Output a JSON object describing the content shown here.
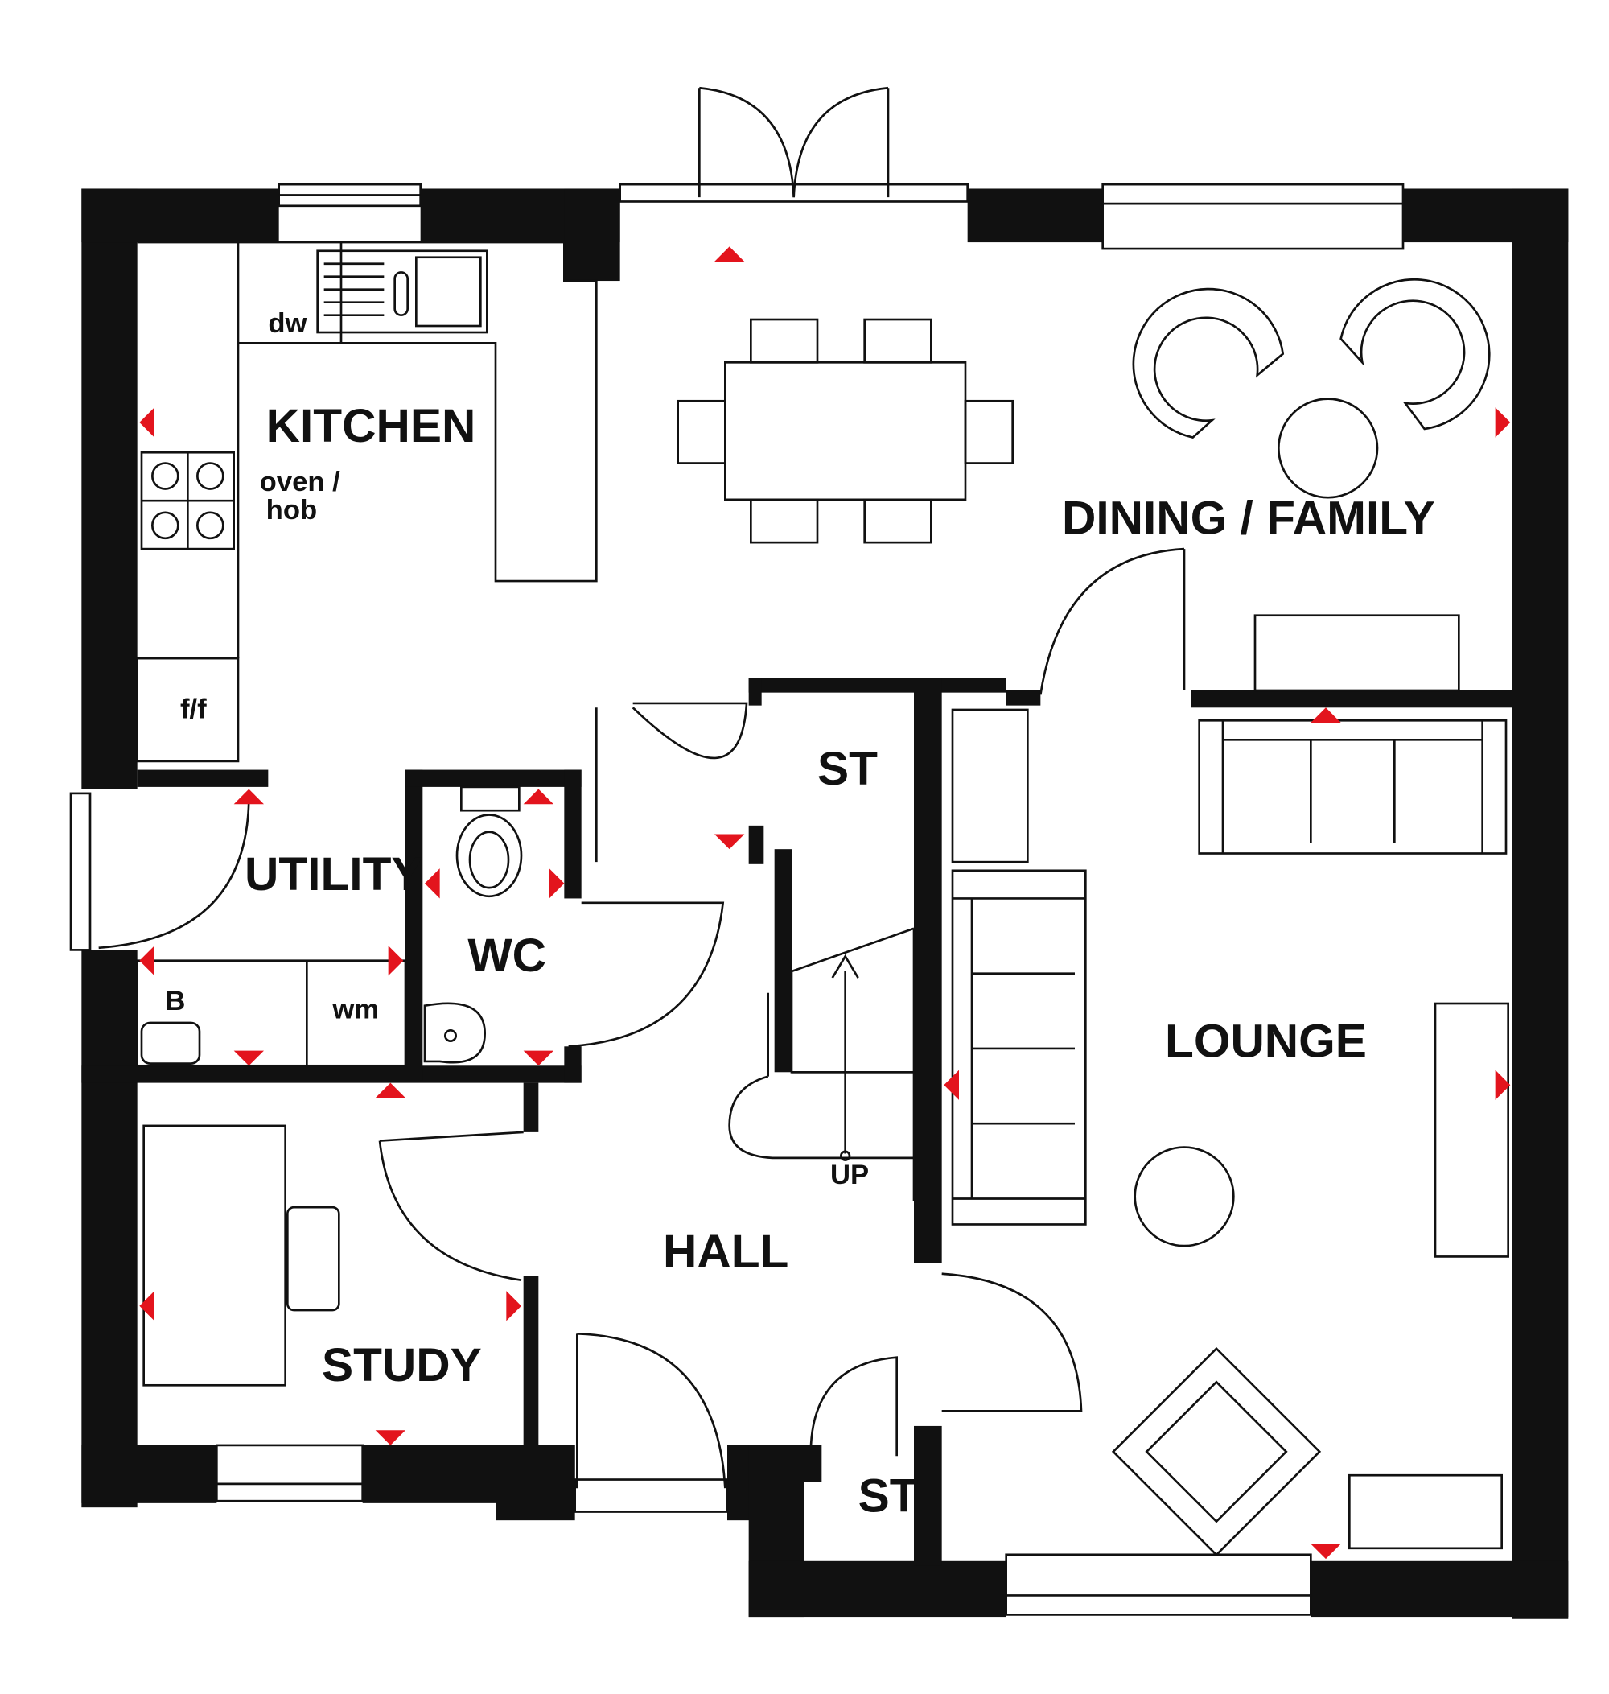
{
  "rooms": {
    "kitchen": "KITCHEN",
    "dining_family": "DINING / FAMILY",
    "utility": "UTILITY",
    "wc": "WC",
    "st_upper": "ST",
    "lounge": "LOUNGE",
    "hall": "HALL",
    "study": "STUDY",
    "st_lower": "ST"
  },
  "fixtures": {
    "dw": "dw",
    "oven_hob_line1": "oven /",
    "oven_hob_line2": "hob",
    "ff": "f/f",
    "boiler": "B",
    "wm": "wm",
    "stairs": "UP"
  },
  "colors": {
    "wall": "#111111",
    "marker": "#e3141d",
    "background": "#ffffff"
  }
}
